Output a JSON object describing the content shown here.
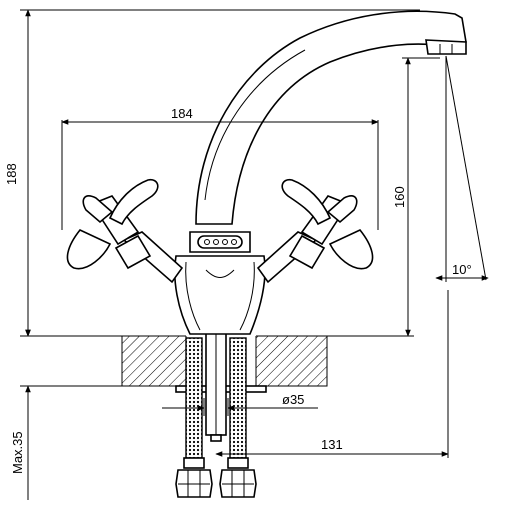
{
  "drawing": {
    "dimensions": {
      "total_height": "188",
      "handle_span": "184",
      "spout_height": "160",
      "spout_angle": "10°",
      "hole_diameter": "ø35",
      "spout_reach": "131",
      "max_counter_thickness": "Max.35"
    }
  }
}
